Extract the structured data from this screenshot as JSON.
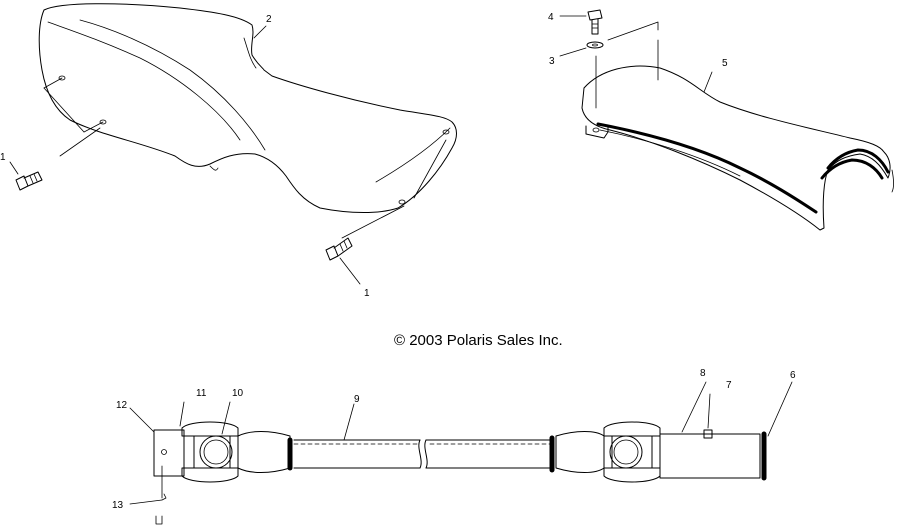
{
  "copyright": "© 2003 Polaris Sales Inc.",
  "callouts": {
    "c1a": "1",
    "c1b": "1",
    "c2": "2",
    "c3": "3",
    "c4": "4",
    "c5": "5",
    "c6": "6",
    "c7": "7",
    "c8": "8",
    "c9": "9",
    "c10": "10",
    "c11": "11",
    "c12": "12",
    "c13": "13"
  }
}
